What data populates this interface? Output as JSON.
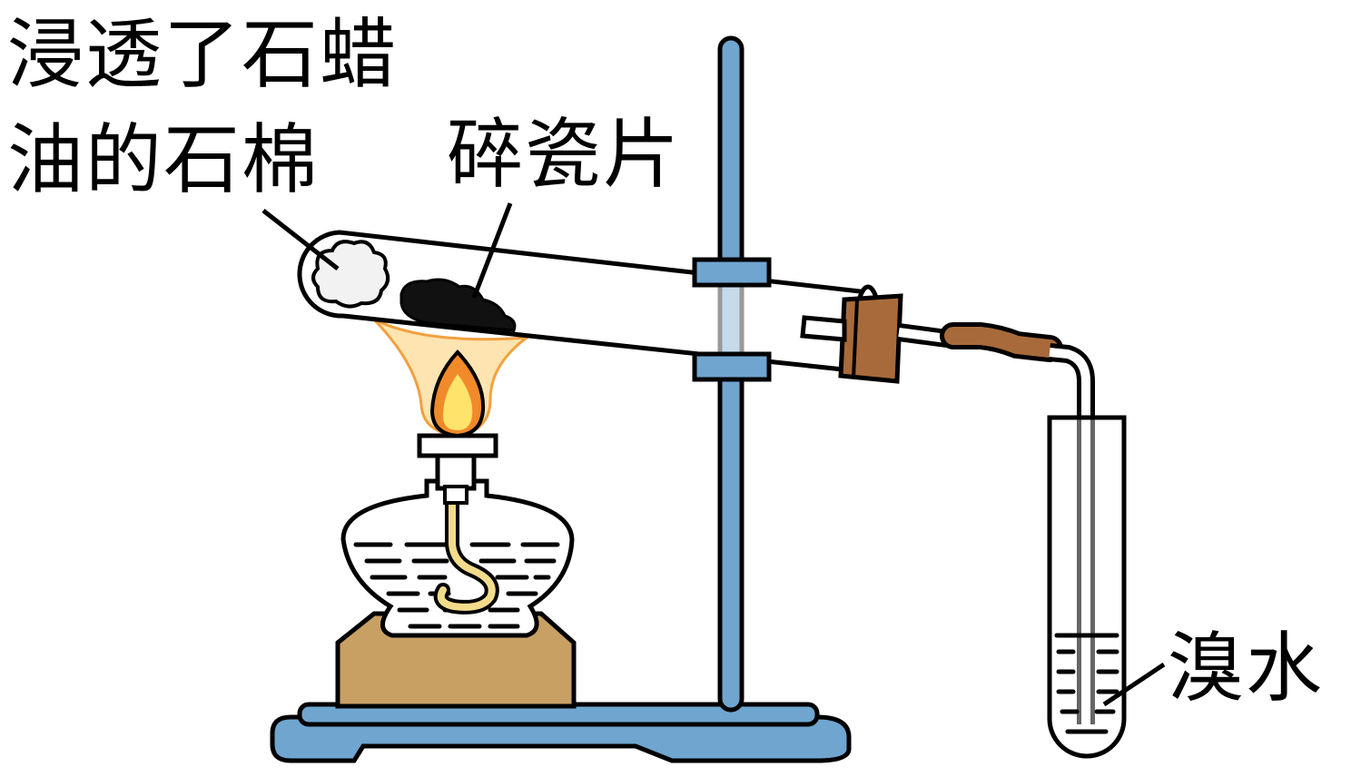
{
  "labels": {
    "paraffin_asbestos_line1": "浸透了石蜡",
    "paraffin_asbestos_line2": "油的石棉",
    "porcelain_shards": "碎瓷片",
    "bromine_water": "溴水"
  },
  "colors": {
    "stand_blue": "#6fa5cf",
    "wood_brown": "#c8a064",
    "stopper_brown": "#a86a3a",
    "flame_orange": "#f08a2a",
    "flame_yellow": "#ffe36a",
    "glow": "#fde4b0",
    "wick_yellow": "#f2dc8c",
    "outline": "#000000"
  }
}
